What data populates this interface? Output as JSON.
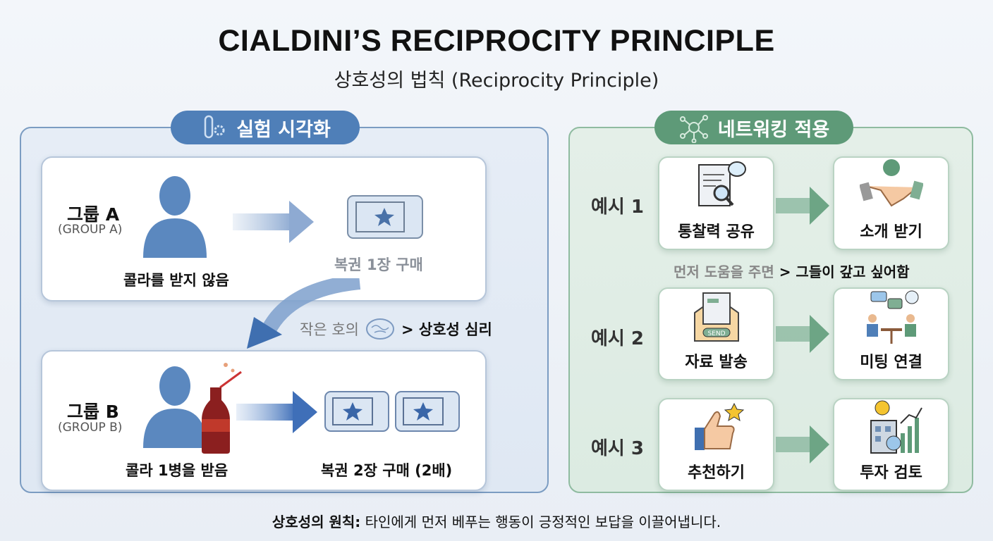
{
  "title": "CIALDINI’S RECIPROCITY PRINCIPLE",
  "subtitle": "상호성의 법칙 (Reciprocity Principle)",
  "experiment": {
    "badge": "실험 시각화",
    "group_a": {
      "name": "그룹 A",
      "en": "(GROUP A)",
      "condition": "콜라를 받지 않음",
      "result": "복권 1장 구매"
    },
    "group_b": {
      "name": "그룹 B",
      "en": "(GROUP B)",
      "condition": "콜라 1병을 받음",
      "result": "복권 2장 구매 (2배)"
    },
    "transition_left": "작은 호의",
    "transition_right": "> 상호성 심리"
  },
  "networking": {
    "badge": "네트워킹 적용",
    "examples": [
      {
        "label": "예시 1",
        "action": "통찰력 공유",
        "outcome": "소개 받기"
      },
      {
        "label": "예시 2",
        "action": "자료 발송",
        "outcome": "미팅 연결"
      },
      {
        "label": "예시 3",
        "action": "추천하기",
        "outcome": "투자 검토"
      }
    ],
    "caption_light": "먼저 도움을 주면",
    "caption_bold": "> 그들이 갚고 싶어함",
    "send_label": "SEND"
  },
  "footer": {
    "bold": "상호성의 원칙:",
    "text": " 타인에게 먼저 베푸는 행동이 긍정적인 보답을 이끌어냅니다."
  },
  "colors": {
    "blue": "#4f7fb8",
    "green": "#5e9a78"
  }
}
